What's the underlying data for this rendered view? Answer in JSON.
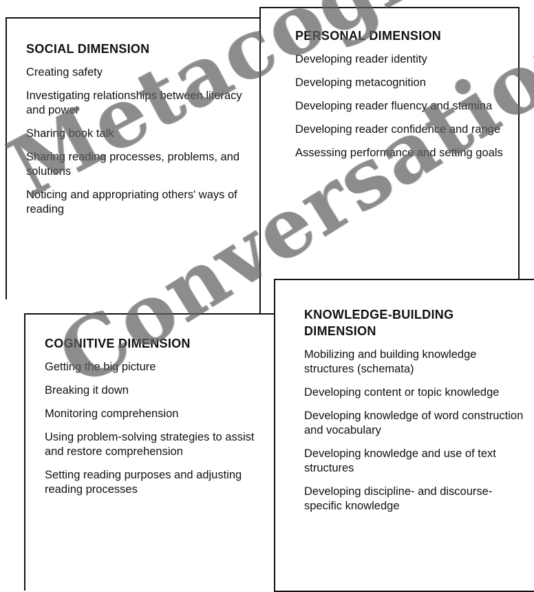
{
  "social": {
    "heading": "SOCIAL DIMENSION",
    "items": [
      "Creating safety",
      "Investigating relationships between literacy and power",
      "Sharing book talk",
      "Sharing reading processes, problems, and solutions",
      "Noticing and appropriating others' ways of reading"
    ]
  },
  "personal": {
    "heading": "PERSONAL DIMENSION",
    "items": [
      "Developing reader identity",
      "Developing metacognition",
      "Developing reader fluency and stamina",
      "Developing reader confidence and range",
      "Assessing performance and setting goals"
    ]
  },
  "cognitive": {
    "heading": "COGNITIVE DIMENSION",
    "items": [
      "Getting the big picture",
      "Breaking it down",
      "Monitoring comprehension",
      "Using problem-solving strategies to assist and restore comprehension",
      "Setting reading purposes and adjusting reading processes"
    ]
  },
  "knowledge": {
    "heading": "KNOWLEDGE-BUILDING DIMENSION",
    "items": [
      "Mobilizing and building knowledge structures (schemata)",
      "Developing content or topic knowledge",
      "Developing knowledge of word construction and vocabulary",
      "Developing knowledge and use of text structures",
      "Developing discipline- and discourse-specific knowledge"
    ]
  },
  "watermarks": {
    "top": "Metacognitive",
    "bottom": "Conversation"
  }
}
